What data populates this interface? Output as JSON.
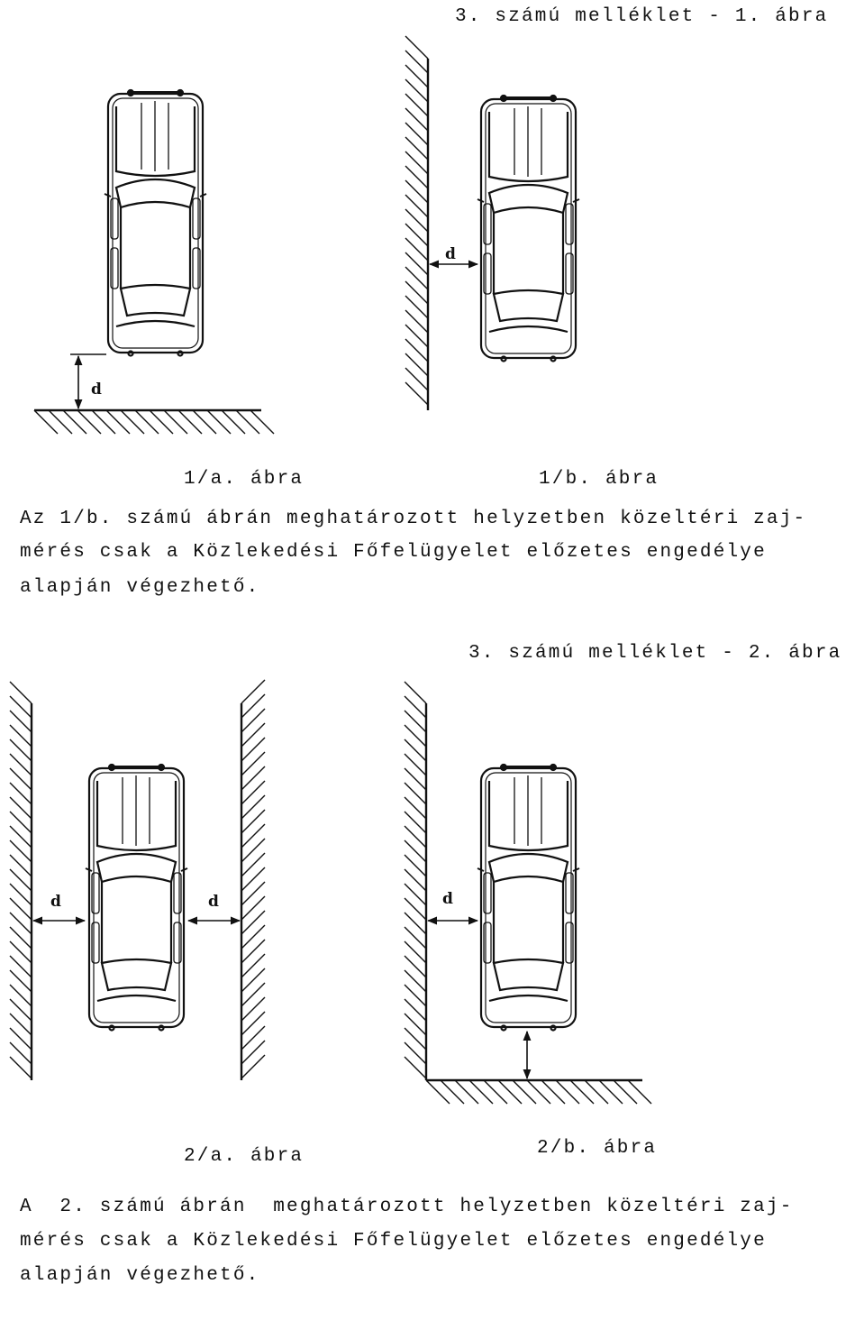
{
  "section1": {
    "heading": "3. számú melléklet - 1. ábra",
    "caption_a": "1/a. ábra",
    "caption_b": "1/b. ábra",
    "note_lines": [
      "Az 1/b. számú ábrán meghatározott helyzetben közeltéri zaj-",
      "mérés csak a Közlekedési Főfelügyelet előzetes engedélye",
      "alapján végezhető."
    ]
  },
  "section2": {
    "heading": "3. számú melléklet - 2. ábra",
    "caption_a": "2/a. ábra",
    "caption_b": "2/b. ábra",
    "note_lines": [
      "A  2. számú ábrán  meghatározott helyzetben közeltéri zaj-",
      "mérés csak a Közlekedési Főfelügyelet előzetes engedélye",
      "alapján végezhető."
    ]
  },
  "dimension_label": "d"
}
